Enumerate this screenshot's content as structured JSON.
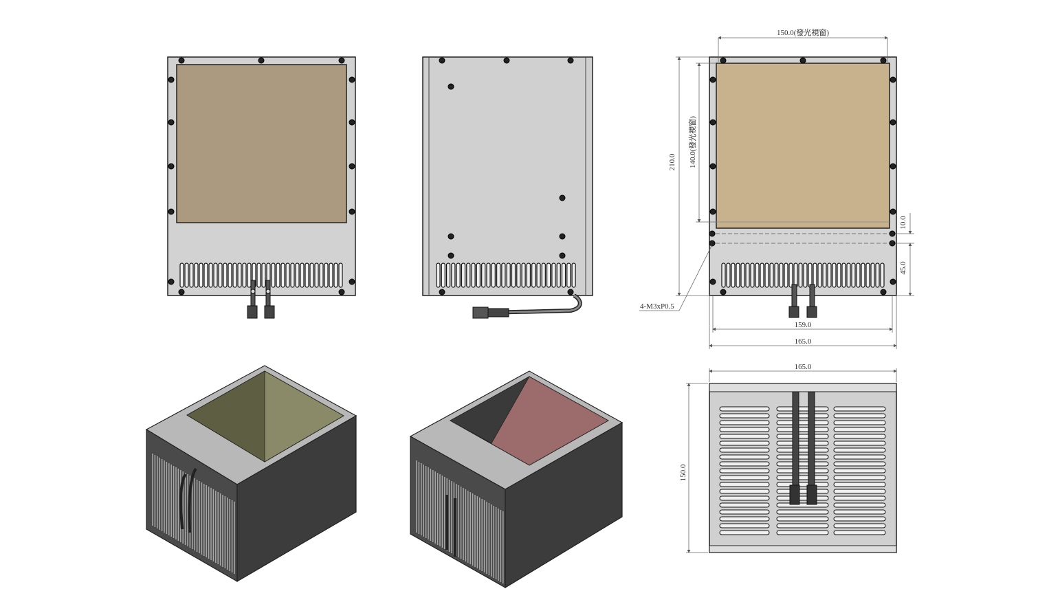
{
  "dimensions": {
    "top_width": "150.0(發光視窗)",
    "height_total": "210.0",
    "window_height": "140.0(發光視窗)",
    "small_gap": "10.0",
    "lower_height": "45.0",
    "inner_width": "159.0",
    "outer_width": "165.0",
    "bottom_width": "165.0",
    "bottom_depth": "150.0"
  },
  "callout": {
    "thread": "4-M3xP0.5"
  },
  "colors": {
    "panel": "#c8c8c8",
    "frame": "#d4d4d4",
    "window_front": "#ac9a80",
    "window_spec": "#c8b28e",
    "iso_box": "#3c3c3c",
    "iso_window_green": "#8a8a68",
    "iso_window_red": "#9c6c6c"
  }
}
